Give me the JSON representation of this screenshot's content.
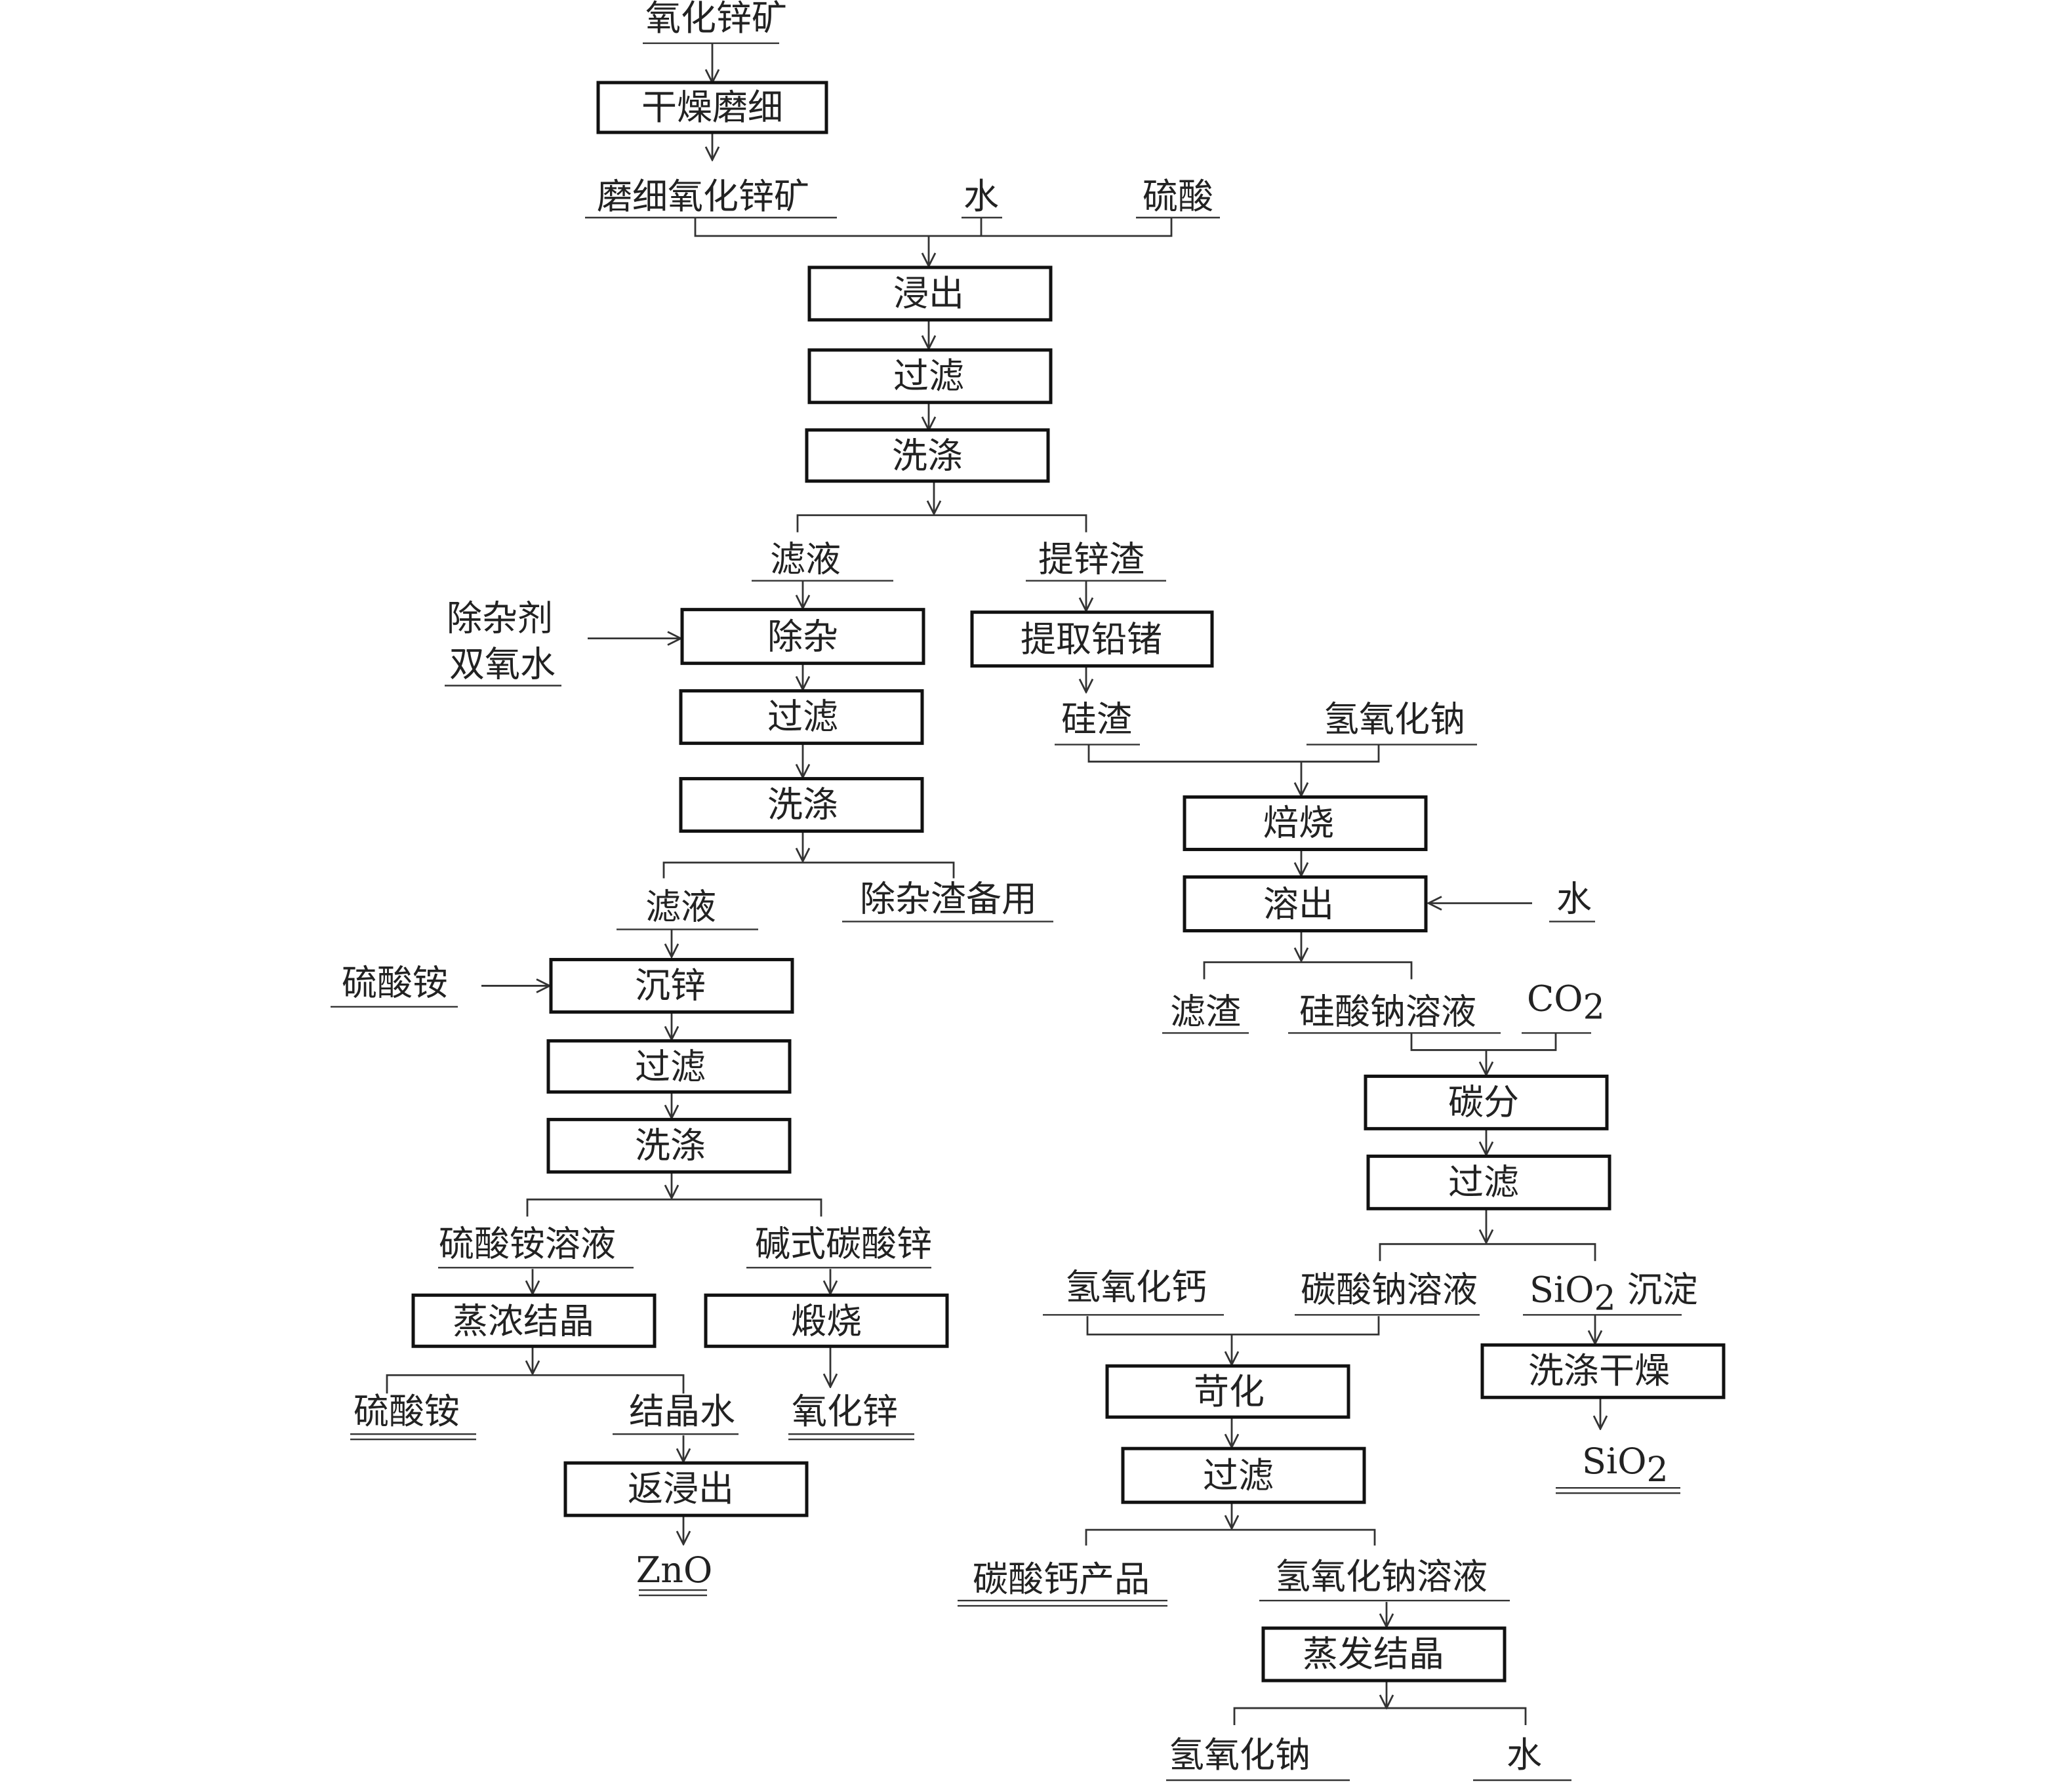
{
  "nodes": {
    "ore": "氧化锌矿",
    "dry_grind": "干燥磨细",
    "ground_ore": "磨细氧化锌矿",
    "water1": "水",
    "sulfuric_acid": "硫酸",
    "leach": "浸出",
    "filter1": "过滤",
    "wash1": "洗涤",
    "filtrate1": "滤液",
    "zinc_residue": "提锌渣",
    "impurity_agent": "除杂剂",
    "hydrogen_peroxide": "双氧水",
    "purify": "除杂",
    "extract_pb_ge": "提取铅锗",
    "filter2": "过滤",
    "silica_residue": "硅渣",
    "naoh1": "氢氧化钠",
    "wash2": "洗涤",
    "roast": "焙烧",
    "filtrate2": "滤液",
    "impurity_residue": "除杂渣备用",
    "dissolve": "溶出",
    "water2": "水",
    "ammonium_sulfate1": "硫酸铵",
    "precip_zinc": "沉锌",
    "filter_residue": "滤渣",
    "sodium_silicate": "硅酸钠溶液",
    "co2": "CO",
    "co2_sub": "2",
    "filter3": "过滤",
    "carbonation": "碳分",
    "wash3": "洗涤",
    "filter4": "过滤",
    "ammonium_sulfate_sol": "硫酸铵溶液",
    "basic_zinc_carbonate": "碱式碳酸锌",
    "calcium_hydroxide": "氢氧化钙",
    "sodium_carbonate_sol": "碳酸钠溶液",
    "sio2_ppt_a": "SiO",
    "sio2_ppt_sub": "2",
    "sio2_ppt_b": " 沉淀",
    "evap_cryst1": "蒸浓结晶",
    "calcine": "煅烧",
    "causticize": "苛化",
    "wash_dry": "洗涤干燥",
    "ammonium_sulfate2": "硫酸铵",
    "cryst_water": "结晶水",
    "zinc_oxide": "氧化锌",
    "filter5": "过滤",
    "sio2_product_a": "SiO",
    "sio2_product_sub": "2",
    "return_leach": "返浸出",
    "caco3_product": "碳酸钙产品",
    "naoh_sol": "氢氧化钠溶液",
    "zno": "ZnO",
    "evap_cryst2": "蒸发结晶",
    "naoh2": "氢氧化钠",
    "water3": "水"
  }
}
